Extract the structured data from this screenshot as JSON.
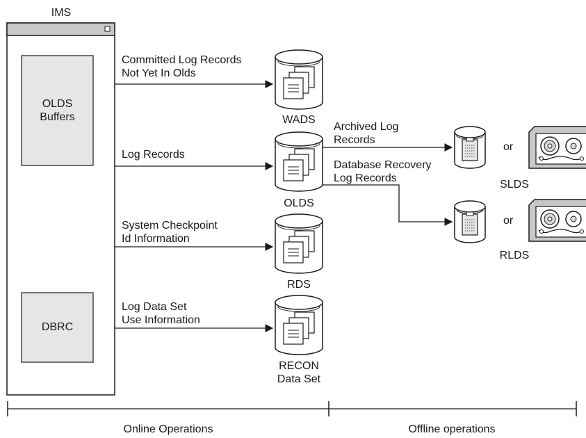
{
  "ims": {
    "title": "IMS",
    "olds_buffers": [
      "OLDS",
      "Buffers"
    ],
    "dbrc": "DBRC"
  },
  "flows": {
    "committed": [
      "Committed Log Records",
      "Not Yet In Olds"
    ],
    "log_records": "Log Records",
    "checkpoint": [
      "System Checkpoint",
      "Id Information"
    ],
    "log_data_set": [
      "Log Data Set",
      "Use Information"
    ],
    "archived": [
      "Archived Log",
      "Records"
    ],
    "db_recovery": [
      "Database Recovery",
      "Log Records"
    ]
  },
  "datasets": {
    "wads": "WADS",
    "olds": "OLDS",
    "rds": "RDS",
    "recon": [
      "RECON",
      "Data Set"
    ],
    "slds": "SLDS",
    "rlds": "RLDS",
    "or_label": "or"
  },
  "timeline": {
    "online": "Online Operations",
    "offline": "Offline operations"
  },
  "colors": {
    "window_fill": "#ffffff",
    "titlebar": "#c8c8c8",
    "buffer_fill": "#e6e6e6",
    "tape_fill": "#c8c8c8",
    "ink": "#1a1a1a"
  }
}
